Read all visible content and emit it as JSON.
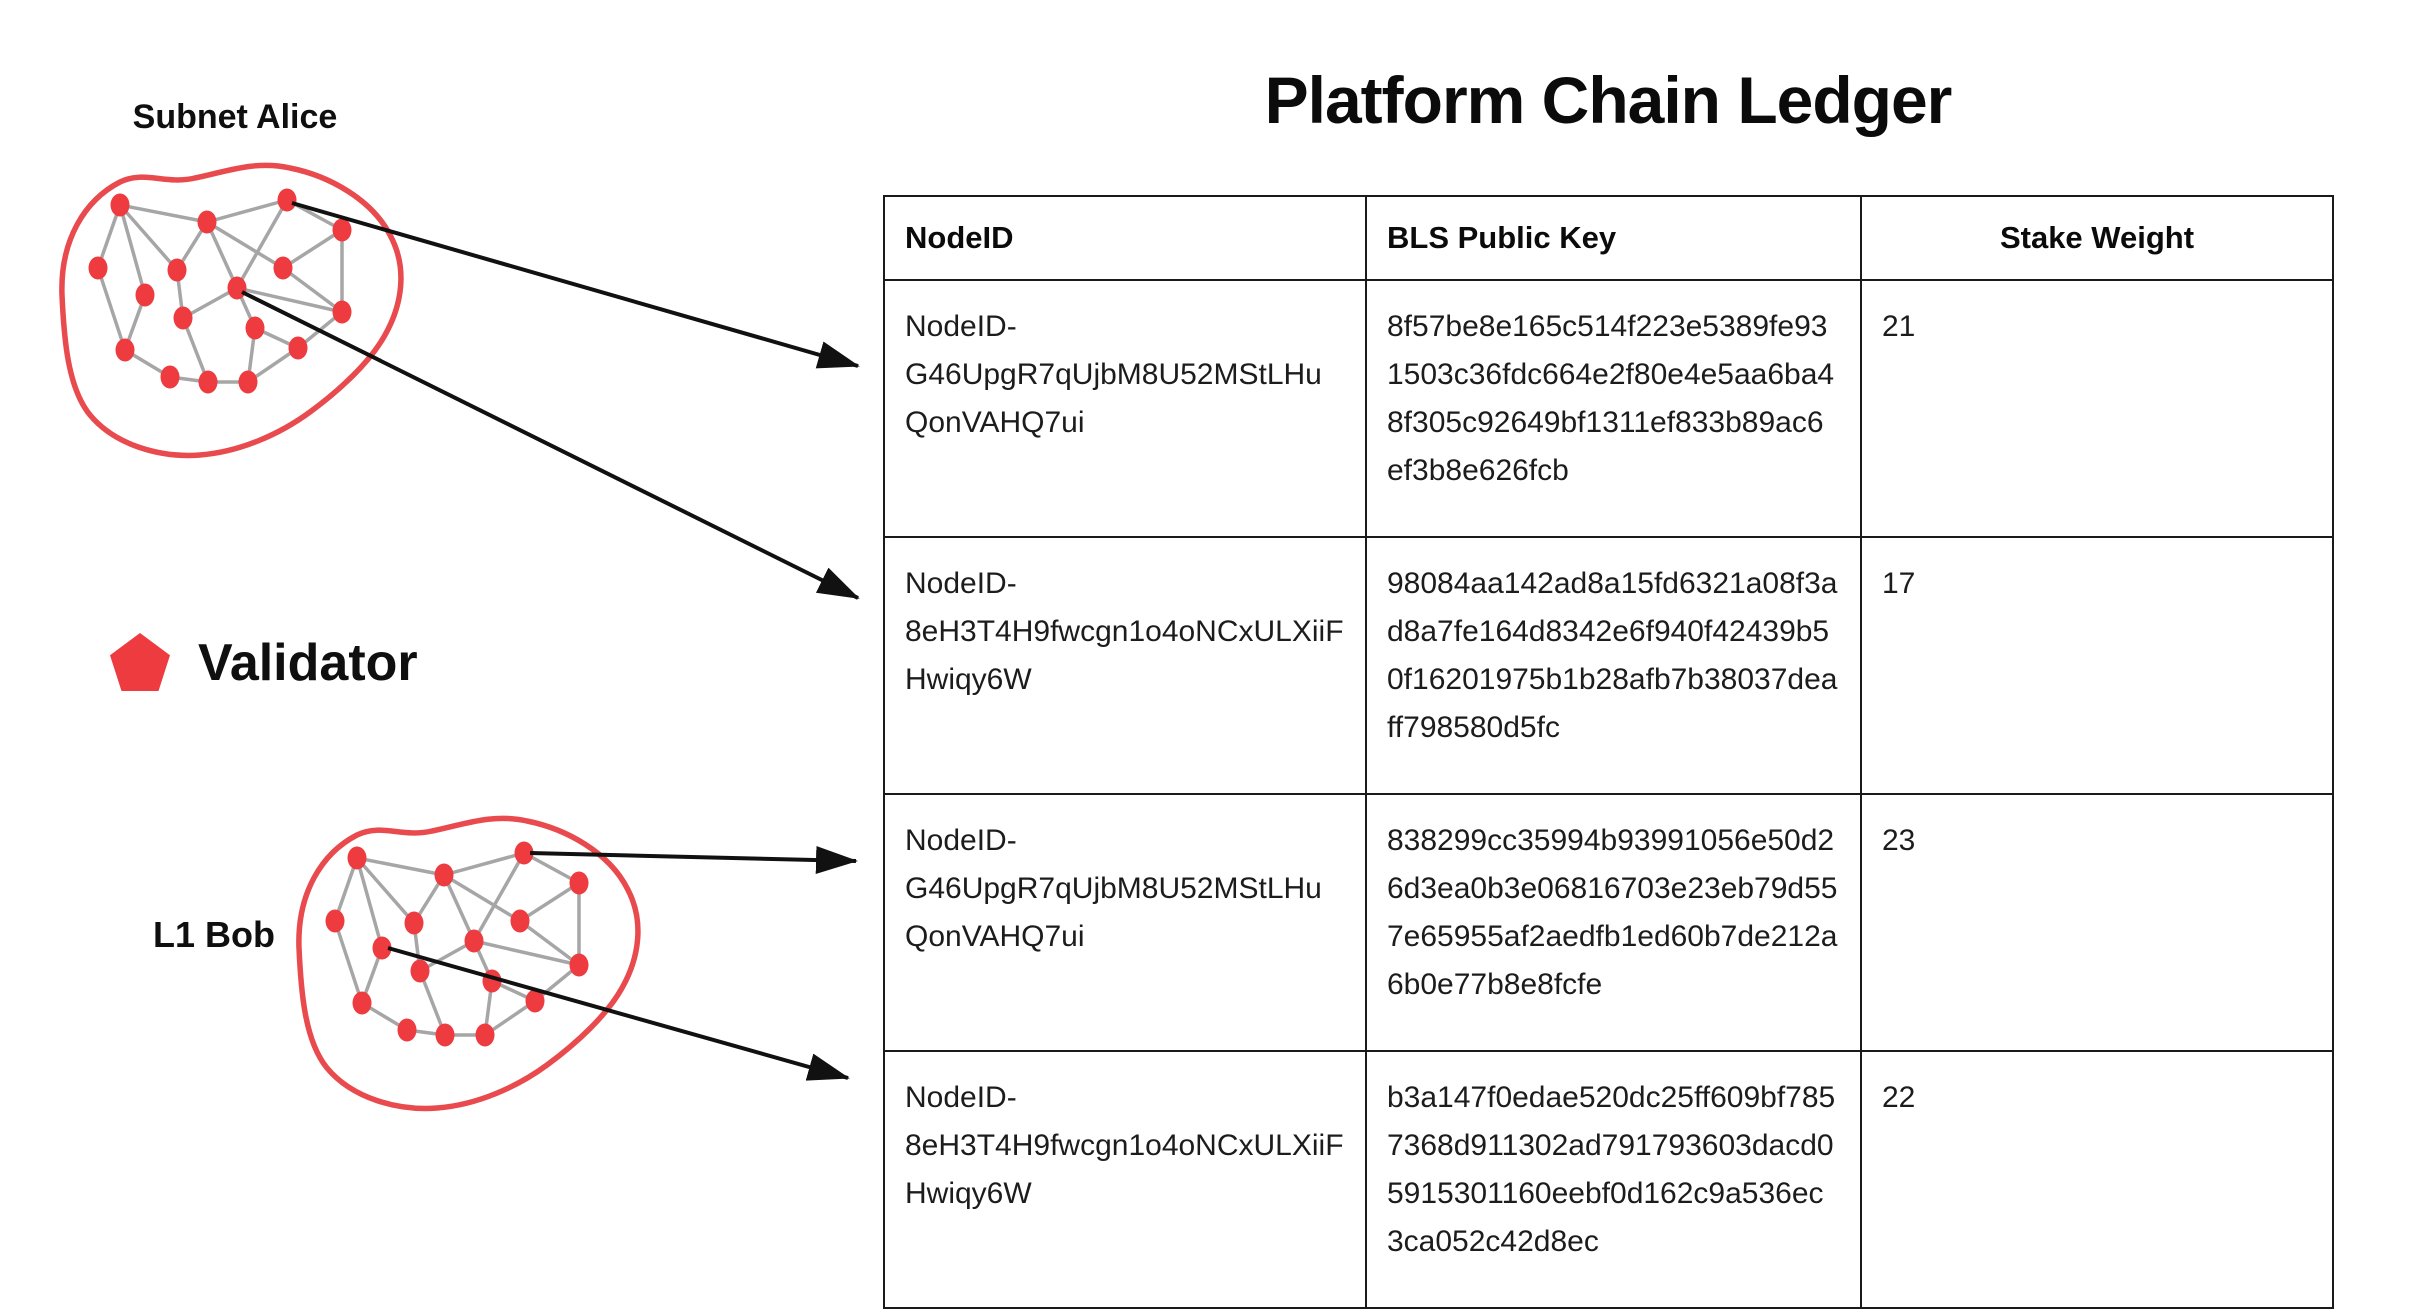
{
  "title": "Platform Chain Ledger",
  "legend": {
    "label": "Validator",
    "icon": "pentagon-icon",
    "color": "#ED3B40"
  },
  "clusters": {
    "alice": {
      "label": "Subnet Alice"
    },
    "bob": {
      "label": "L1 Bob"
    }
  },
  "colors": {
    "validator_red": "#ED3B40",
    "boundary_red": "#E84A4D",
    "edge_gray": "#A6A6A6",
    "arrow_black": "#111111",
    "table_border": "#1A1A1A"
  },
  "table": {
    "columns": [
      "NodeID",
      "BLS Public Key",
      "Stake Weight"
    ],
    "rows": [
      {
        "node_id": "NodeID-G46UpgR7qUjbM8U52MStLHuQonVAHQ7ui",
        "bls_public_key": "8f57be8e165c514f223e5389fe931503c36fdc664e2f80e4e5aa6ba48f305c92649bf1311ef833b89ac6ef3b8e626fcb",
        "stake_weight": "21"
      },
      {
        "node_id": "NodeID-8eH3T4H9fwcgn1o4oNCxULXiiFHwiqy6W",
        "bls_public_key": "98084aa142ad8a15fd6321a08f3ad8a7fe164d8342e6f940f42439b50f16201975b1b28afb7b38037deaff798580d5fc",
        "stake_weight": "17"
      },
      {
        "node_id": "NodeID-G46UpgR7qUjbM8U52MStLHuQonVAHQ7ui",
        "bls_public_key": "838299cc35994b93991056e50d26d3ea0b3e06816703e23eb79d557e65955af2aedfb1ed60b7de212a6b0e77b8e8fcfe",
        "stake_weight": "23"
      },
      {
        "node_id": "NodeID-8eH3T4H9fwcgn1o4oNCxULXiiFHwiqy6W",
        "bls_public_key": "b3a147f0edae520dc25ff609bf7857368d911302ad791793603dacd05915301160eebf0d162c9a536ec3ca052c42d8ec",
        "stake_weight": "22"
      }
    ]
  }
}
